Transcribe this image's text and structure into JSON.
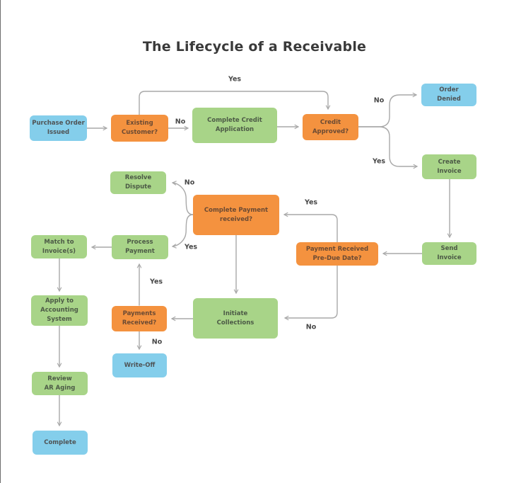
{
  "title": "The Lifecycle of a Receivable",
  "colors": {
    "node_blue": "#84ceeb",
    "node_orange": "#f4923f",
    "node_green": "#a8d488",
    "arrow_gray": "#a9a9a9",
    "title_text": "#3a3a3a"
  },
  "nodes": [
    {
      "id": "purchase-order-issued",
      "label": "Purchase Order\nIssued",
      "type": "blue"
    },
    {
      "id": "existing-customer",
      "label": "Existing\nCustomer?",
      "type": "orange"
    },
    {
      "id": "complete-credit-application",
      "label": "Complete Credit\nApplication",
      "type": "green"
    },
    {
      "id": "credit-approved",
      "label": "Credit\nApproved?",
      "type": "orange"
    },
    {
      "id": "order-denied",
      "label": "Order\nDenied",
      "type": "blue"
    },
    {
      "id": "create-invoice",
      "label": "Create\nInvoice",
      "type": "green"
    },
    {
      "id": "send-invoice",
      "label": "Send\nInvoice",
      "type": "green"
    },
    {
      "id": "payment-received-pre-due-date",
      "label": "Payment Received\nPre-Due Date?",
      "type": "orange"
    },
    {
      "id": "complete-payment-received",
      "label": "Complete Payment\nreceived?",
      "type": "orange"
    },
    {
      "id": "resolve-dispute",
      "label": "Resolve\nDispute",
      "type": "green"
    },
    {
      "id": "process-payment",
      "label": "Process\nPayment",
      "type": "green"
    },
    {
      "id": "match-to-invoices",
      "label": "Match to\nInvoice(s)",
      "type": "green"
    },
    {
      "id": "apply-to-accounting-system",
      "label": "Apply to\nAccounting\nSystem",
      "type": "green"
    },
    {
      "id": "review-ar-aging",
      "label": "Review\nAR Aging",
      "type": "green"
    },
    {
      "id": "complete",
      "label": "Complete",
      "type": "blue"
    },
    {
      "id": "payments-received",
      "label": "Payments\nReceived?",
      "type": "orange"
    },
    {
      "id": "initiate-collections",
      "label": "Initiate\nCollections",
      "type": "green"
    },
    {
      "id": "write-off",
      "label": "Write-Off",
      "type": "blue"
    }
  ],
  "edges": [
    {
      "from": "purchase-order-issued",
      "to": "existing-customer",
      "label": ""
    },
    {
      "from": "existing-customer",
      "to": "complete-credit-application",
      "label": "No"
    },
    {
      "from": "existing-customer",
      "to": "credit-approved",
      "label": "Yes"
    },
    {
      "from": "complete-credit-application",
      "to": "credit-approved",
      "label": ""
    },
    {
      "from": "credit-approved",
      "to": "order-denied",
      "label": "No"
    },
    {
      "from": "credit-approved",
      "to": "create-invoice",
      "label": "Yes"
    },
    {
      "from": "create-invoice",
      "to": "send-invoice",
      "label": ""
    },
    {
      "from": "send-invoice",
      "to": "payment-received-pre-due-date",
      "label": ""
    },
    {
      "from": "payment-received-pre-due-date",
      "to": "complete-payment-received",
      "label": "Yes"
    },
    {
      "from": "payment-received-pre-due-date",
      "to": "initiate-collections",
      "label": "No"
    },
    {
      "from": "complete-payment-received",
      "to": "resolve-dispute",
      "label": "No"
    },
    {
      "from": "complete-payment-received",
      "to": "process-payment",
      "label": "Yes"
    },
    {
      "from": "complete-payment-received",
      "to": "initiate-collections",
      "label": ""
    },
    {
      "from": "process-payment",
      "to": "match-to-invoices",
      "label": ""
    },
    {
      "from": "payments-received",
      "to": "process-payment",
      "label": "Yes"
    },
    {
      "from": "initiate-collections",
      "to": "payments-received",
      "label": ""
    },
    {
      "from": "payments-received",
      "to": "write-off",
      "label": "No"
    },
    {
      "from": "match-to-invoices",
      "to": "apply-to-accounting-system",
      "label": ""
    },
    {
      "from": "apply-to-accounting-system",
      "to": "review-ar-aging",
      "label": ""
    },
    {
      "from": "review-ar-aging",
      "to": "complete",
      "label": ""
    }
  ]
}
